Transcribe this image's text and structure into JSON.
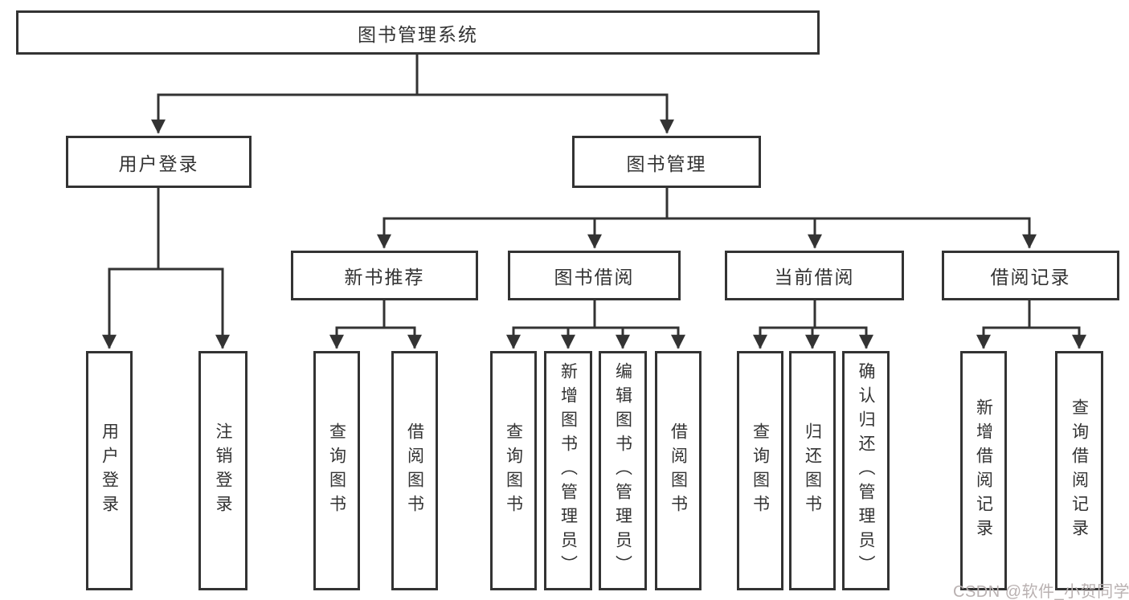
{
  "diagram": {
    "watermark": "CSDN @软件_小贺同学",
    "colors": {
      "line": "#333333",
      "box_border": "#333333",
      "text": "#333333",
      "background": "#ffffff",
      "watermark": "#b9b1b1"
    },
    "tree": {
      "root": {
        "label": "图书管理系统"
      },
      "branches": [
        {
          "label": "用户登录",
          "children": [
            {
              "label": "用户登录"
            },
            {
              "label": "注销登录"
            }
          ]
        },
        {
          "label": "图书管理",
          "children": [
            {
              "label": "新书推荐",
              "children": [
                {
                  "label": "查询图书"
                },
                {
                  "label": "借阅图书"
                }
              ]
            },
            {
              "label": "图书借阅",
              "children": [
                {
                  "label": "查询图书"
                },
                {
                  "label": "新增图书（管理员）"
                },
                {
                  "label": "编辑图书（管理员）"
                },
                {
                  "label": "借阅图书"
                }
              ]
            },
            {
              "label": "当前借阅",
              "children": [
                {
                  "label": "查询图书"
                },
                {
                  "label": "归还图书"
                },
                {
                  "label": "确认归还（管理员）"
                }
              ]
            },
            {
              "label": "借阅记录",
              "children": [
                {
                  "label": "新增借阅记录"
                },
                {
                  "label": "查询借阅记录"
                }
              ]
            }
          ]
        }
      ]
    }
  }
}
